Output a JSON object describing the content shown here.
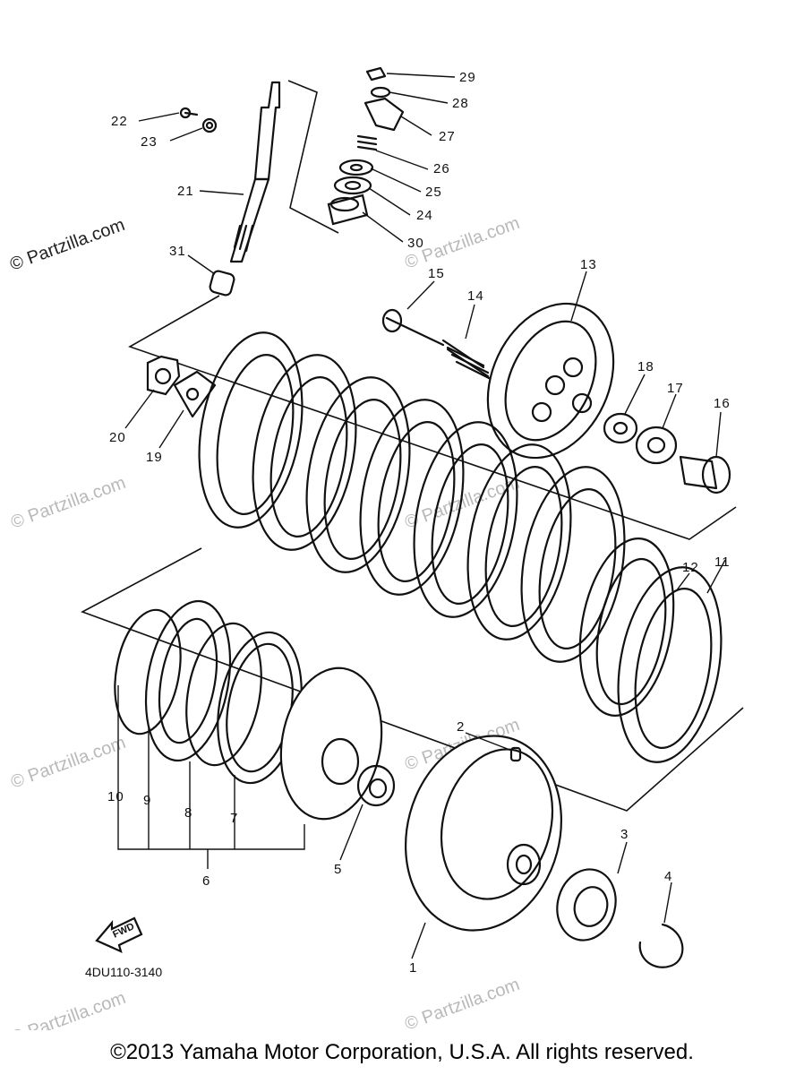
{
  "diagram": {
    "callouts": [
      "1",
      "2",
      "3",
      "4",
      "5",
      "6",
      "7",
      "8",
      "9",
      "10",
      "11",
      "12",
      "13",
      "14",
      "15",
      "16",
      "17",
      "18",
      "19",
      "20",
      "21",
      "22",
      "23",
      "24",
      "25",
      "26",
      "27",
      "28",
      "29",
      "30",
      "31"
    ],
    "fwd_label": "FWD",
    "diagram_code": "4DU110-3140"
  },
  "watermark": {
    "text": "© Partzilla.com"
  },
  "footer": {
    "copyright": "©2013  Yamaha Motor Corporation, U.S.A. All rights reserved."
  }
}
